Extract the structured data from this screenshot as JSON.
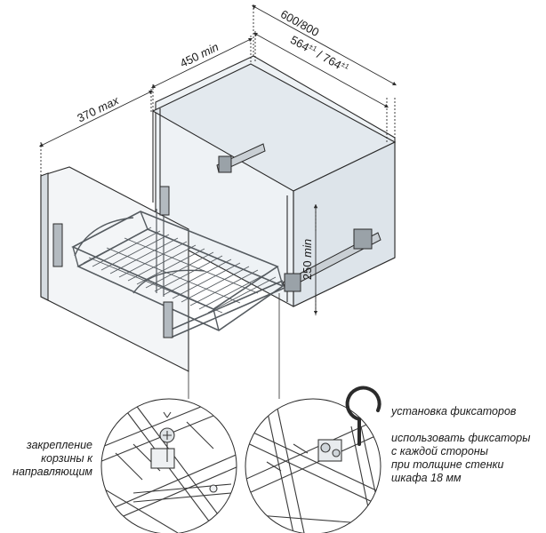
{
  "dimensions": {
    "depth_total": "600/800",
    "depth_inner_a": "564",
    "depth_inner_a_tol": "±1",
    "depth_sep": "/",
    "depth_inner_b": "764",
    "depth_inner_b_tol": "±1",
    "cabinet_depth": "450",
    "cabinet_depth_suffix": "min",
    "basket_depth": "370",
    "basket_depth_suffix": "max",
    "cabinet_height": "250",
    "cabinet_height_suffix": "min"
  },
  "notes": {
    "basket_mount": [
      "закрепление",
      "корзины к",
      "направляющим"
    ],
    "install_title": "установка фиксаторов",
    "install_body": [
      "использовать фиксаторы",
      "с каждой стороны",
      "при толщине стенки",
      "шкафа 18 мм"
    ]
  },
  "colors": {
    "line": "#2b2b2b",
    "panel_fill": "#e9eef2",
    "panel_side": "#cfd6dc",
    "wire": "#555b60",
    "detail_line": "#3a3a3a"
  }
}
